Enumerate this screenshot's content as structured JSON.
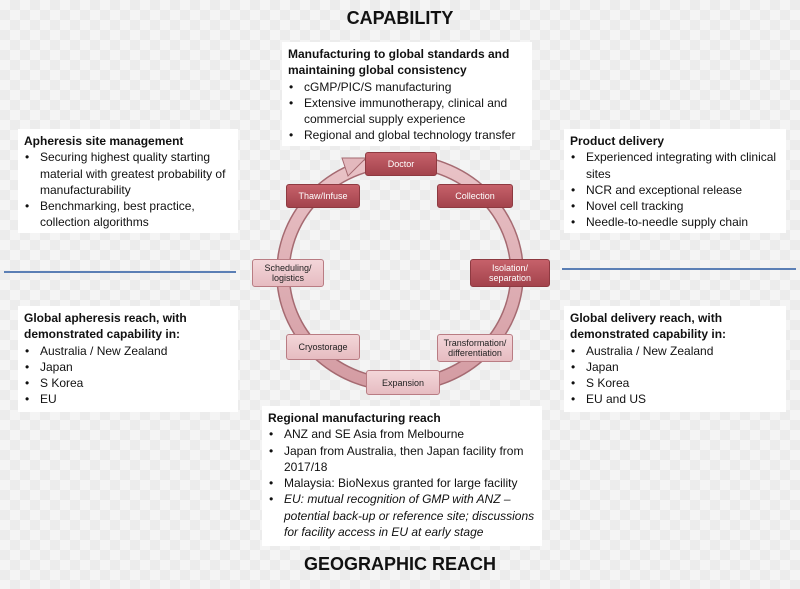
{
  "headings": {
    "top": "CAPABILITY",
    "bottom": "GEOGRAPHIC REACH"
  },
  "manufacturing": {
    "title": "Manufacturing to global standards and maintaining global consistency",
    "items": [
      "cGMP/PIC/S manufacturing",
      "Extensive immunotherapy, clinical and commercial supply experience",
      "Regional and global technology transfer"
    ]
  },
  "apheresis_site": {
    "title": "Apheresis site management",
    "items": [
      "Securing highest quality starting material with greatest probability of manufacturability",
      "Benchmarking, best practice, collection algorithms"
    ]
  },
  "product_delivery": {
    "title": "Product delivery",
    "items": [
      "Experienced integrating with clinical sites",
      "NCR and exceptional release",
      "Novel cell tracking",
      "Needle-to-needle supply chain"
    ]
  },
  "global_apheresis": {
    "title": "Global apheresis reach, with demonstrated capability in:",
    "items": [
      "Australia / New Zealand",
      "Japan",
      "S Korea",
      "EU"
    ]
  },
  "global_delivery": {
    "title": "Global delivery reach, with demonstrated capability in:",
    "items": [
      "Australia / New Zealand",
      "Japan",
      "S Korea",
      "EU and US"
    ]
  },
  "regional_manufacturing": {
    "title": "Regional manufacturing reach",
    "items": [
      "ANZ and SE Asia from Melbourne",
      "Japan from Australia, then Japan facility from 2017/18",
      "Malaysia: BioNexus granted for large facility"
    ],
    "italic_item": "EU: mutual recognition of GMP with ANZ – potential back-up or reference site; discussions for facility access in EU at early stage"
  },
  "cycle": {
    "steps": [
      {
        "label": "Doctor",
        "style": "dark"
      },
      {
        "label": "Collection",
        "style": "dark"
      },
      {
        "label": "Isolation/ separation",
        "style": "dark"
      },
      {
        "label": "Transformation/ differentiation",
        "style": "light"
      },
      {
        "label": "Expansion",
        "style": "light"
      },
      {
        "label": "Cryostorage",
        "style": "light"
      },
      {
        "label": "Scheduling/ logistics",
        "style": "light"
      },
      {
        "label": "Thaw/Infuse",
        "style": "dark"
      }
    ]
  },
  "colors": {
    "dark_node": "#b04f58",
    "light_node": "#eccbcf",
    "divider": "#5b7fb5",
    "ring": "#d8a8ad"
  }
}
